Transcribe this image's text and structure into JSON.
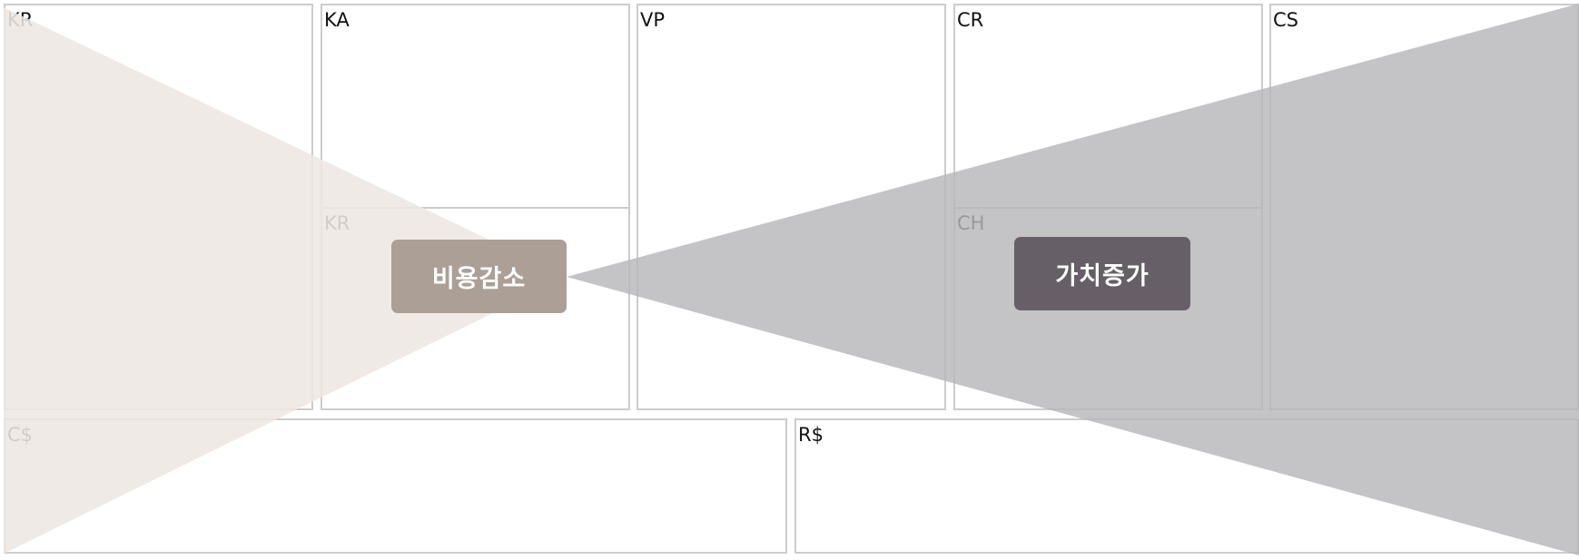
{
  "canvas": {
    "blocks": {
      "kr_partners": "KR",
      "ka": "KA",
      "kr_resources": "KR",
      "vp": "VP",
      "cr": "CR",
      "ch": "CH",
      "cs": "CS",
      "cost_structure": "C$",
      "revenue_streams": "R$"
    }
  },
  "overlays": {
    "cost_reduction": {
      "label": "비용감소",
      "triangle_color": "#ede7e2",
      "label_bg": "#ab9f96"
    },
    "value_increase": {
      "label": "가치증가",
      "triangle_color": "#b7b6ba",
      "label_bg": "#675f68"
    }
  },
  "colors": {
    "border": "#cccccc",
    "background": "#ffffff"
  }
}
